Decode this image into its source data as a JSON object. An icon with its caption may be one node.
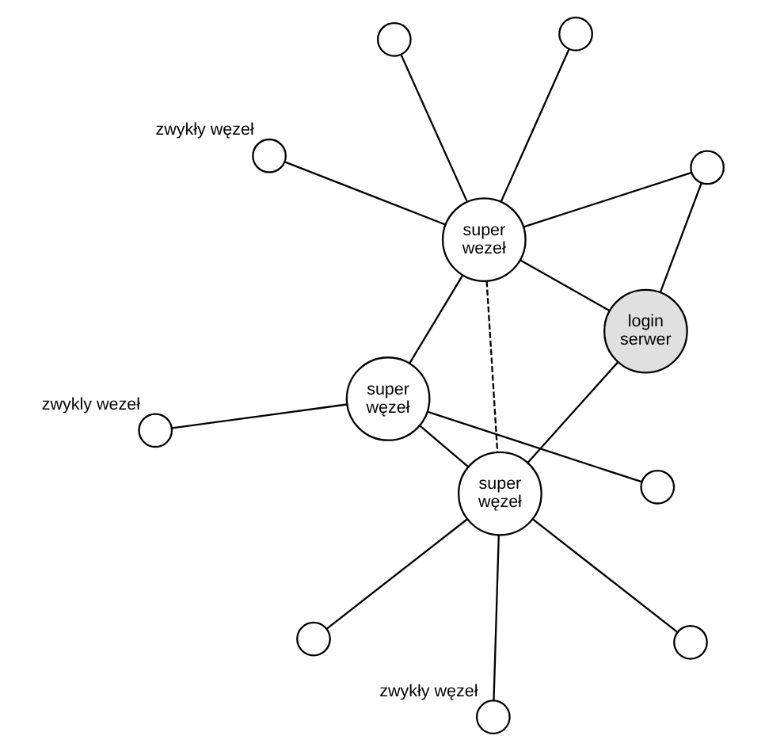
{
  "diagram": {
    "nodes": [
      {
        "text": [],
        "shape": "circle",
        "beside": [
          "zwykły węzeł"
        ]
      },
      {
        "text": [],
        "shape": "circle"
      },
      {
        "text": [
          "login serwer"
        ]
      },
      {
        "text": [],
        "shape": "circle"
      },
      {
        "text": [
          "super wezeł"
        ]
      },
      {
        "text": [],
        "shape": "circle"
      },
      {
        "text": [],
        "shape": "circle",
        "beside": [
          "zwykły węzeł"
        ]
      },
      {
        "text": [
          "super węzeł"
        ]
      },
      {
        "text": [],
        "shape": "circle"
      },
      {
        "text": [
          "super węzeł"
        ]
      },
      {
        "text": [],
        "shape": "circle"
      },
      {
        "text": [],
        "shape": "circle",
        "beside": [
          "zwykly wezeł"
        ]
      },
      {
        "text": [],
        "shape": "circle"
      }
    ],
    "edges": [
      {
        "from": 0,
        "to": 4,
        "arrow": "none"
      },
      {
        "from": 1,
        "to": 4,
        "arrow": "none"
      },
      {
        "from": 1,
        "to": 2,
        "arrow": "none"
      },
      {
        "from": 3,
        "to": 4,
        "arrow": "none"
      },
      {
        "from": 4,
        "to": 2,
        "arrow": "none"
      },
      {
        "from": 5,
        "to": 4,
        "arrow": "none"
      },
      {
        "from": 4,
        "to": 7,
        "arrow": "none",
        "style": "dashed"
      },
      {
        "from": 4,
        "to": 9,
        "arrow": "none"
      },
      {
        "from": 2,
        "to": 7,
        "arrow": "none"
      },
      {
        "from": 7,
        "to": 6,
        "arrow": "none"
      },
      {
        "from": 7,
        "to": 8,
        "arrow": "none"
      },
      {
        "from": 7,
        "to": 10,
        "arrow": "none"
      },
      {
        "from": 9,
        "to": 7,
        "arrow": "none"
      },
      {
        "from": 9,
        "to": 11,
        "arrow": "none"
      },
      {
        "from": 9,
        "to": 12,
        "arrow": "none"
      }
    ]
  }
}
